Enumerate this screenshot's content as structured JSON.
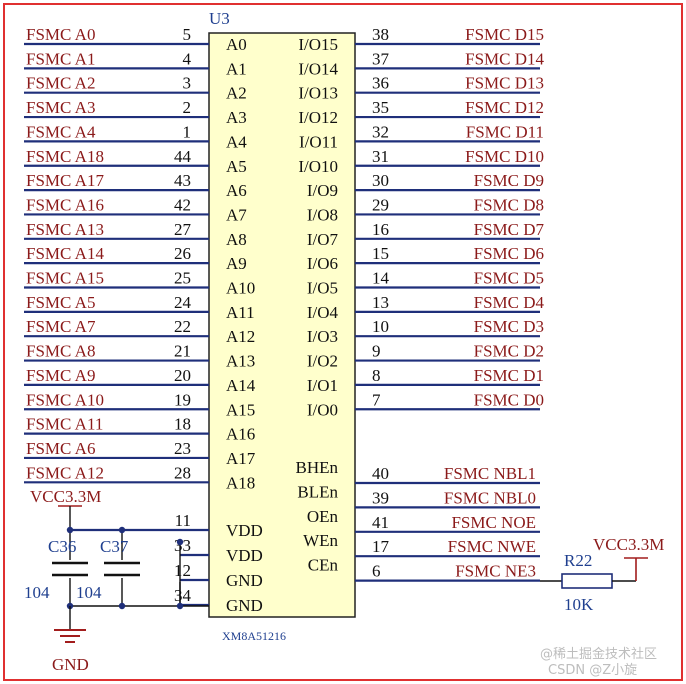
{
  "chip": {
    "designator": "U3",
    "part_number": "XM8A51216",
    "fill_color": "#ffffcc",
    "left_pins": [
      {
        "net": "FSMC_A0",
        "number": "5",
        "name": "A0"
      },
      {
        "net": "FSMC_A1",
        "number": "4",
        "name": "A1"
      },
      {
        "net": "FSMC_A2",
        "number": "3",
        "name": "A2"
      },
      {
        "net": "FSMC_A3",
        "number": "2",
        "name": "A3"
      },
      {
        "net": "FSMC_A4",
        "number": "1",
        "name": "A4"
      },
      {
        "net": "FSMC_A18",
        "number": "44",
        "name": "A5"
      },
      {
        "net": "FSMC_A17",
        "number": "43",
        "name": "A6"
      },
      {
        "net": "FSMC_A16",
        "number": "42",
        "name": "A7"
      },
      {
        "net": "FSMC_A13",
        "number": "27",
        "name": "A8"
      },
      {
        "net": "FSMC_A14",
        "number": "26",
        "name": "A9"
      },
      {
        "net": "FSMC_A15",
        "number": "25",
        "name": "A10"
      },
      {
        "net": "FSMC_A5",
        "number": "24",
        "name": "A11"
      },
      {
        "net": "FSMC_A7",
        "number": "22",
        "name": "A12"
      },
      {
        "net": "FSMC_A8",
        "number": "21",
        "name": "A13"
      },
      {
        "net": "FSMC_A9",
        "number": "20",
        "name": "A14"
      },
      {
        "net": "FSMC_A10",
        "number": "19",
        "name": "A15"
      },
      {
        "net": "FSMC_A11",
        "number": "18",
        "name": "A16"
      },
      {
        "net": "FSMC_A6",
        "number": "23",
        "name": "A17"
      },
      {
        "net": "FSMC_A12",
        "number": "28",
        "name": "A18"
      }
    ],
    "power_pins": [
      {
        "number": "11",
        "name": "VDD"
      },
      {
        "number": "33",
        "name": "VDD"
      },
      {
        "number": "12",
        "name": "GND"
      },
      {
        "number": "34",
        "name": "GND"
      }
    ],
    "right_pins": [
      {
        "net": "FSMC_D15",
        "number": "38",
        "name": "I/O15"
      },
      {
        "net": "FSMC_D14",
        "number": "37",
        "name": "I/O14"
      },
      {
        "net": "FSMC_D13",
        "number": "36",
        "name": "I/O13"
      },
      {
        "net": "FSMC_D12",
        "number": "35",
        "name": "I/O12"
      },
      {
        "net": "FSMC_D11",
        "number": "32",
        "name": "I/O11"
      },
      {
        "net": "FSMC_D10",
        "number": "31",
        "name": "I/O10"
      },
      {
        "net": "FSMC_D9",
        "number": "30",
        "name": "I/O9"
      },
      {
        "net": "FSMC_D8",
        "number": "29",
        "name": "I/O8"
      },
      {
        "net": "FSMC_D7",
        "number": "16",
        "name": "I/O7"
      },
      {
        "net": "FSMC_D6",
        "number": "15",
        "name": "I/O6"
      },
      {
        "net": "FSMC_D5",
        "number": "14",
        "name": "I/O5"
      },
      {
        "net": "FSMC_D4",
        "number": "13",
        "name": "I/O4"
      },
      {
        "net": "FSMC_D3",
        "number": "10",
        "name": "I/O3"
      },
      {
        "net": "FSMC_D2",
        "number": "9",
        "name": "I/O2"
      },
      {
        "net": "FSMC_D1",
        "number": "8",
        "name": "I/O1"
      },
      {
        "net": "FSMC_D0",
        "number": "7",
        "name": "I/O0"
      }
    ],
    "control_pins": [
      {
        "net": "FSMC_NBL1",
        "number": "40",
        "name": "BHEn"
      },
      {
        "net": "FSMC_NBL0",
        "number": "39",
        "name": "BLEn"
      },
      {
        "net": "FSMC_NOE",
        "number": "41",
        "name": "OEn"
      },
      {
        "net": "FSMC_NWE",
        "number": "17",
        "name": "WEn"
      },
      {
        "net": "FSMC_NE3",
        "number": "6",
        "name": "CEn"
      }
    ]
  },
  "caps": {
    "rail": "VCC3.3M",
    "c1": {
      "ref": "C36",
      "value": "104"
    },
    "c2": {
      "ref": "C37",
      "value": "104"
    },
    "ground": "GND"
  },
  "resistor": {
    "ref": "R22",
    "value": "10K",
    "rail": "VCC3.3M"
  },
  "watermark": {
    "line1": "@稀土掘金技术社区",
    "line2": "CSDN @Z小旋"
  },
  "colors": {
    "net_label": "#8b1a1a",
    "wire": "#1f2f7a",
    "border": "#e03030",
    "label_blue": "#1f3f8f"
  }
}
